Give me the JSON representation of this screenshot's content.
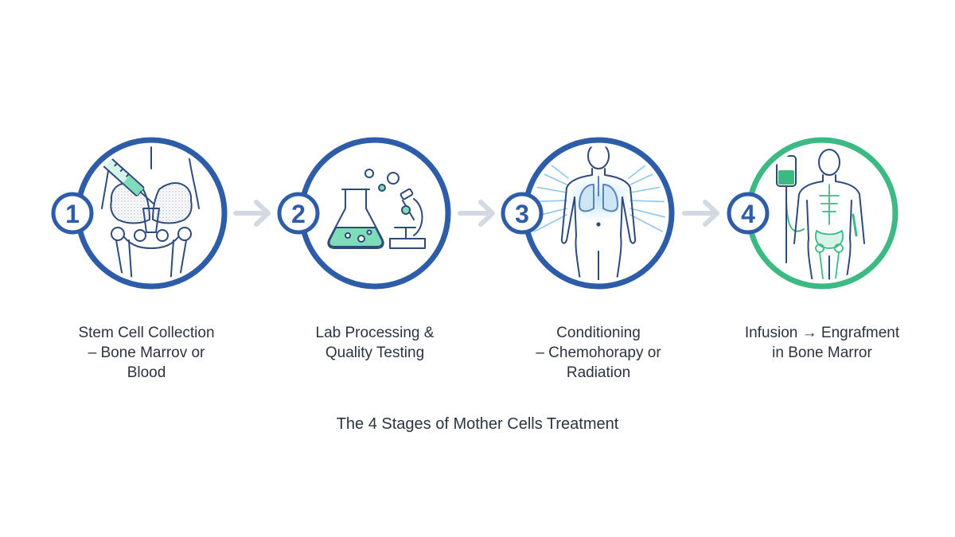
{
  "colors": {
    "blue": "#2d5ca8",
    "green": "#3dba84",
    "line": "#2e4a7a",
    "arrow": "#d3d9e1",
    "accent_fill": "#7fdcb9",
    "lung_glow": "#8fc6ee"
  },
  "steps": [
    {
      "number": "1",
      "label": "Stem Cell Collection\n– Bone Marrov or\nBlood",
      "icon": "pelvis-syringe-icon"
    },
    {
      "number": "2",
      "label": "Lab Processing &\nQuality Testing",
      "icon": "flask-microscope-icon"
    },
    {
      "number": "3",
      "label": "Conditioning\n– Chemohorapy or\nRadiation",
      "icon": "body-radiation-icon"
    },
    {
      "number": "4",
      "label": "Infusion → Engrafment\nin Bone Marror",
      "icon": "body-iv-infusion-icon"
    }
  ],
  "caption": "The 4 Stages of Mother Cells Treatment"
}
